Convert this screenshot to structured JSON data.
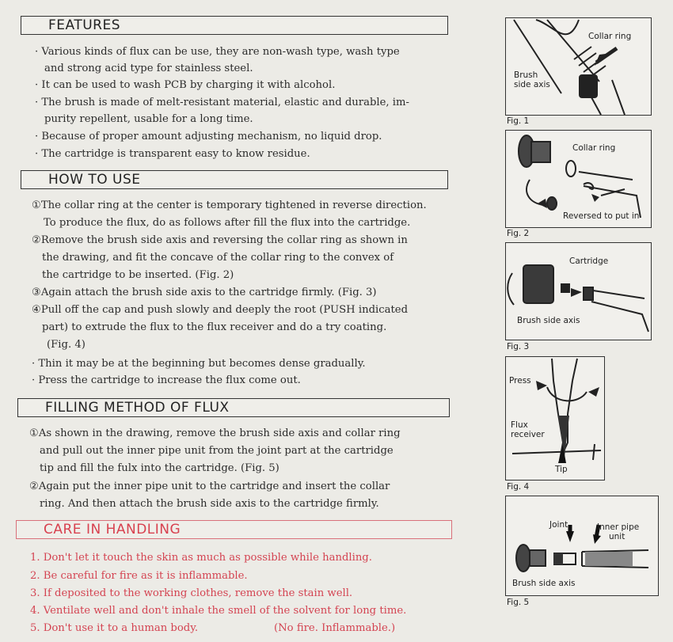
{
  "sections": {
    "features": {
      "heading": "FEATURES",
      "lines": [
        "· Various kinds of flux can be use, they are non-wash type, wash type",
        "and strong acid type for stainless steel.",
        "· It can be used to wash PCB by charging it with alcohol.",
        "· The brush is made of melt-resistant material, elastic and durable, im-",
        "purity repellent, usable for a long time.",
        "· Because of proper amount adjusting mechanism, no liquid drop.",
        "· The cartridge is transparent easy to know residue."
      ]
    },
    "how_to_use": {
      "heading": "HOW TO USE",
      "lines": [
        "①The collar ring at the center is temporary tightened in reverse direction.",
        "To produce the flux, do as follows after fill the flux into the cartridge.",
        "②Remove the brush side axis and reversing the collar ring as shown in",
        "the drawing, and fit the concave of the collar ring to the convex of",
        "the cartridge to be inserted. (Fig. 2)",
        "③Again attach the brush side axis to the cartridge firmly. (Fig. 3)",
        "④Pull off the cap and push slowly and deeply the root (PUSH indicated",
        "part) to extrude the flux to the flux receiver and do a try coating.",
        "(Fig. 4)",
        "· Thin it may be at the beginning but becomes dense gradually.",
        "· Press the cartridge to increase the flux come out."
      ]
    },
    "filling": {
      "heading": "FILLING METHOD OF FLUX",
      "lines": [
        "①As shown in the drawing, remove the brush side axis and collar ring",
        "and pull out the inner pipe unit from the joint part at the cartridge",
        "tip and fill the fulx into the cartridge. (Fig. 5)",
        "②Again put the inner pipe unit to the cartridge and insert the collar",
        "ring. And then attach the brush side axis to the cartridge firmly."
      ]
    },
    "care": {
      "heading": "CARE IN HANDLING",
      "lines": [
        "1. Don't let it touch the skin as much as possible while handling.",
        "2. Be careful for fire as it is inflammable.",
        "3. If deposited to the working clothes, remove the stain well.",
        "4. Ventilate well and don't inhale the smell of the solvent for long time.",
        "5. Don't use it to a human body.",
        "(No fire. Inflammable.)"
      ],
      "accent_color": "#d44452"
    }
  },
  "figures": [
    {
      "caption": "Fig. 1",
      "labels": [
        "Collar ring",
        "Brush",
        "side axis"
      ]
    },
    {
      "caption": "Fig. 2",
      "labels": [
        "Collar ring",
        "Reversed to put in"
      ]
    },
    {
      "caption": "Fig. 3",
      "labels": [
        "Cartridge",
        "Brush side axis"
      ]
    },
    {
      "caption": "Fig. 4",
      "labels": [
        "Press",
        "Flux",
        "receiver",
        "Tip"
      ]
    },
    {
      "caption": "Fig. 5",
      "labels": [
        "Joint",
        "Inner pipe",
        "unit",
        "Brush side axis"
      ]
    }
  ]
}
